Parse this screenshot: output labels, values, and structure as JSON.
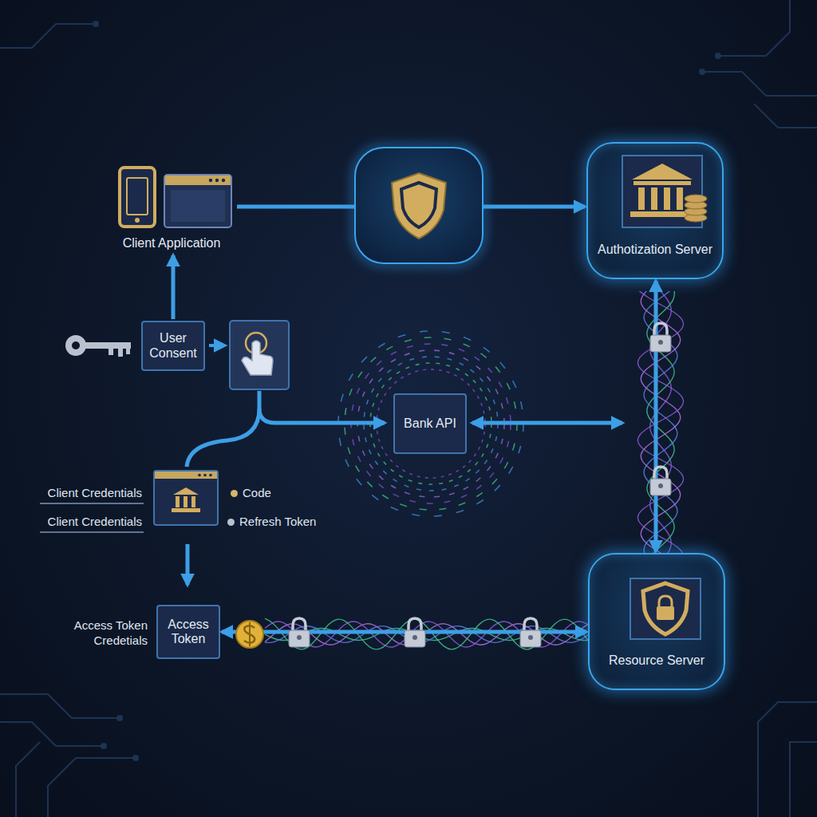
{
  "diagram": {
    "nodes": [
      {
        "text": [
          "Client Application"
        ]
      },
      {
        "text": [
          "Authotization Server"
        ]
      },
      {
        "text": [
          "User Consent"
        ]
      },
      {
        "text": [
          "Bank API"
        ]
      },
      {
        "text": [
          "Access Token"
        ]
      },
      {
        "text": [
          "Resource Server"
        ]
      }
    ],
    "edges": [
      {
        "from": 2,
        "to": 0,
        "arrow": "to"
      },
      {
        "from": 0,
        "to": 1,
        "arrow": "to"
      },
      {
        "from": 1,
        "to": 5,
        "arrow": "both"
      },
      {
        "from": 4,
        "to": 5,
        "arrow": "both"
      }
    ],
    "labels": [
      "Client Credentials",
      "Client Credentials",
      "Access Token Credetials"
    ],
    "legend": [
      {
        "text": "Code",
        "color": "#d6b46a"
      },
      {
        "text": "Refresh Token",
        "color": "#b9c1cf"
      }
    ]
  }
}
